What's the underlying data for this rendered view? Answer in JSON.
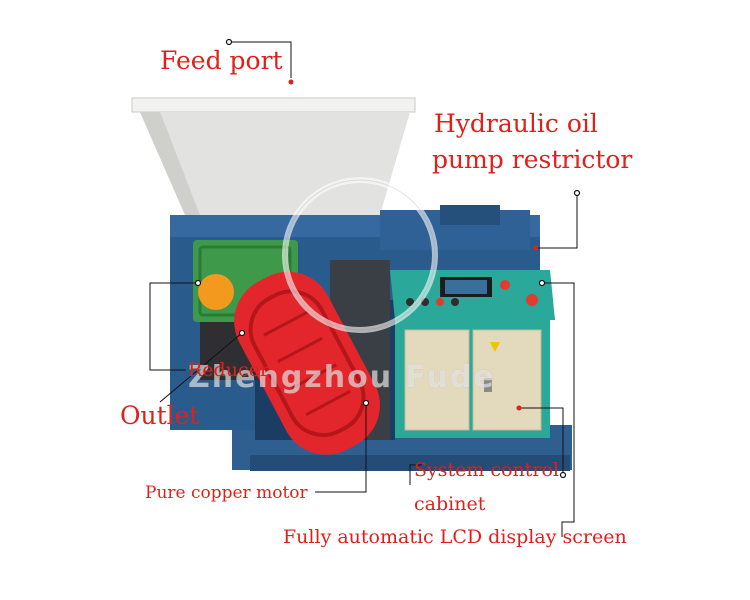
{
  "labels": {
    "feed_port": "Feed port",
    "hydraulic_line1": "Hydraulic oil",
    "hydraulic_line2": "pump restrictor",
    "reducer": "Reducer",
    "outlet": "Outlet",
    "system_line1": "System control",
    "system_line2": "cabinet",
    "pure_copper_motor": "Pure copper motor",
    "lcd_screen": "Fully automatic LCD display screen"
  },
  "watermark": "Zhengzhou Fude",
  "colors": {
    "label_red": "#e0201b",
    "machine_blue": "#2a5b8d",
    "cabinet_green": "#2aa89a",
    "motor_red": "#e3262b",
    "reducer_green": "#3e9a4a",
    "reducer_orange": "#f39a1e",
    "hopper_grey": "#e2e2e0",
    "door_beige": "#e3d9bd"
  }
}
